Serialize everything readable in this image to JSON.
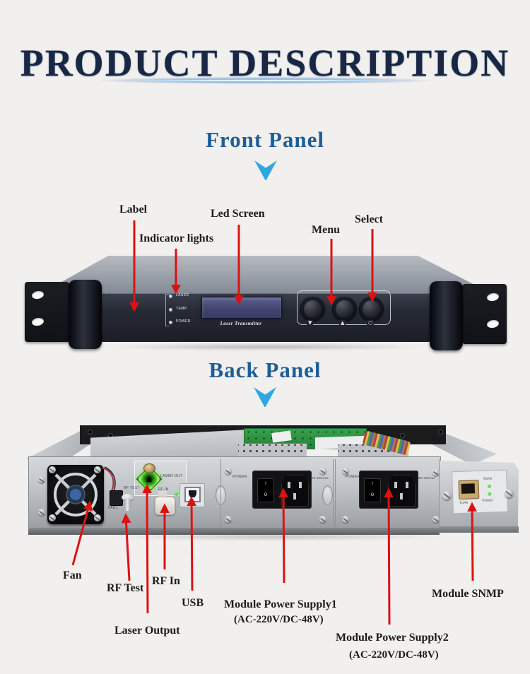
{
  "title": "PRODUCT DESCRIPTION",
  "front": {
    "heading": "Front Panel",
    "callouts": {
      "label": "Label",
      "indicator": "Indicator lights",
      "screen": "Led Screen",
      "menu": "Menu",
      "select": "Select"
    },
    "device": {
      "led1": "LASER",
      "led2": "TEMP",
      "led3": "POWER",
      "caption": "Laser Transmitter",
      "sym_down": "▼",
      "sym_up": "▲",
      "sym_ok": "○"
    }
  },
  "back": {
    "heading": "Back Panel",
    "callouts": {
      "fan": "Fan",
      "rf_test": "RF Test",
      "rf_in": "RF In",
      "usb": "USB",
      "laser_output": "Laser Output",
      "psu1": "Module Power Supply1",
      "psu1_sub": "(AC-220V/DC-48V)",
      "psu2": "Module Power Supply2",
      "psu2_sub": "(AC-220V/DC-48V)",
      "snmp": "Module SNMP"
    },
    "device": {
      "fan_conn": "FAN1",
      "rf_test": "RF TEST",
      "laser_out": "LASER OUT",
      "rf_in": "RF IN",
      "power1": "POWER",
      "power2": "POWER",
      "volt1": "90-265Vac",
      "volt2": "90-265Vac",
      "sw_on": "I",
      "sw_off": "O",
      "data_led": "Data",
      "power_led": "Power",
      "rj45": "RJ45"
    }
  },
  "colors": {
    "accent_red": "#dc1212",
    "heading_blue": "#1e5e96",
    "arrow_blue": "#2fa7e0",
    "title_navy": "#182743",
    "panel_dark": "#22252e",
    "chassis_silver": "#c3c6ca"
  }
}
